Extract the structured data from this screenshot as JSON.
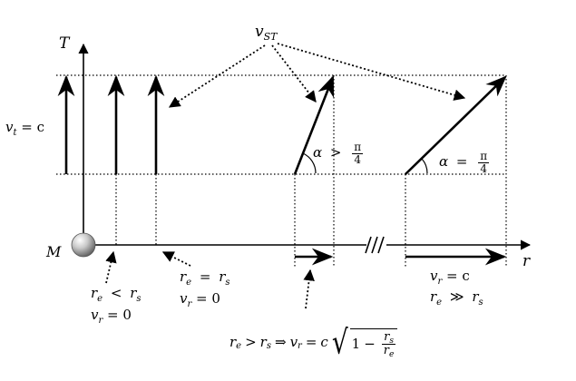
{
  "axes": {
    "time_label": "T",
    "space_label": "r",
    "mass_label": "M",
    "break_mark": "///"
  },
  "vst_label": {
    "symbol": "v",
    "subscript": "ST"
  },
  "vt_label": {
    "symbol": "v",
    "subscript": "t",
    "equals": "= c"
  },
  "angle_greater": {
    "alpha": "α",
    "relation": ">",
    "num": "π",
    "den": "4"
  },
  "angle_equal": {
    "alpha": "α",
    "relation": "=",
    "num": "π",
    "den": "4"
  },
  "inside": {
    "line1_r": "r",
    "line1_sub": "e",
    "line1_rel": "<",
    "line1_r2": "r",
    "line1_sub2": "s",
    "line2_v": "v",
    "line2_sub": "r",
    "line2_eq": "= 0"
  },
  "horizon": {
    "line1_r": "r",
    "line1_sub": "e",
    "line1_eq": "=",
    "line1_r2": "r",
    "line1_sub2": "s",
    "line2_v": "v",
    "line2_sub": "r",
    "line2_eq": "= 0"
  },
  "far": {
    "line1_v": "v",
    "line1_sub": "r",
    "line1_eq": "= c",
    "line2_r": "r",
    "line2_sub": "e",
    "line2_rel": "≫",
    "line2_r2": "r",
    "line2_sub2": "s"
  },
  "formula": {
    "r": "r",
    "re": "e",
    "gt": ">",
    "rs": "s",
    "implies": "⇒",
    "v": "v",
    "vr": "r",
    "eq": "=",
    "c": "c",
    "radical": "√",
    "one": "1",
    "minus": "−",
    "num_r": "r",
    "num_s": "s",
    "den_r": "r",
    "den_e": "e"
  }
}
